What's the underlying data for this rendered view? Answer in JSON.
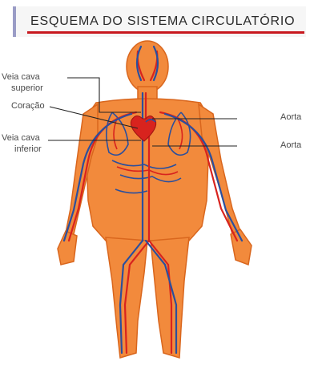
{
  "title": "ESQUEMA DO SISTEMA CIRCULATÓRIO",
  "labels": {
    "veia_cava_superior_1": "Veia cava",
    "veia_cava_superior_2": "superior",
    "coracao": "Coração",
    "veia_cava_inferior_1": "Veia cava",
    "veia_cava_inferior_2": "inferior",
    "aorta_upper": "Aorta",
    "aorta_lower": "Aorta"
  },
  "colors": {
    "skin": "#f28a3c",
    "skin_outline": "#d9661d",
    "artery": "#d8231e",
    "vein": "#2a4f9e",
    "title_accent": "#c8181e"
  }
}
